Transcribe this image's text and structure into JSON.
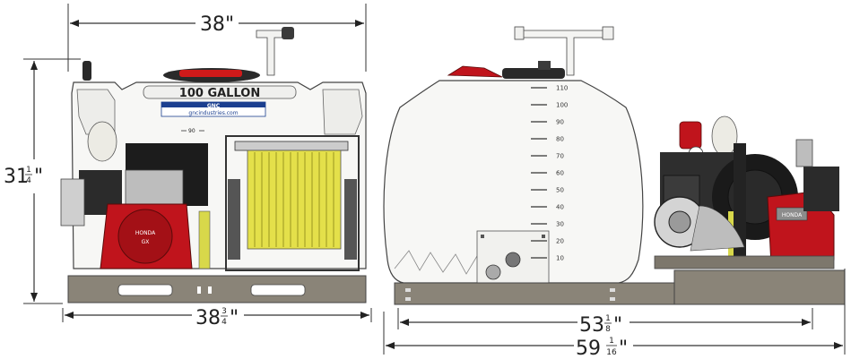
{
  "front_view": {
    "width_top": {
      "whole": "38",
      "unit": "\""
    },
    "height": {
      "whole": "31",
      "num": "1",
      "den": "4",
      "unit": "\""
    },
    "width_bottom": {
      "whole": "38",
      "num": "3",
      "den": "4",
      "unit": "\""
    },
    "tank_label": "100 GALLON",
    "sticker_brand": "GNC",
    "sticker_url": "gncindustries.com",
    "gauge_mark": "90",
    "engine_brand": "HONDA",
    "engine_model": "GX"
  },
  "side_view": {
    "frame_length": {
      "whole": "53",
      "num": "1",
      "den": "8",
      "unit": "\""
    },
    "overall_length": {
      "whole": "59",
      "num": "1",
      "den": "16",
      "unit": "\""
    },
    "gauge_marks": [
      "110",
      "100",
      "90",
      "80",
      "70",
      "60",
      "50",
      "40",
      "30",
      "20",
      "10"
    ],
    "engine_brand": "HONDA"
  },
  "colors": {
    "engine_red": "#c0141c",
    "hose_yellow": "#e4e04a",
    "frame_gray": "#8a8478",
    "tank_white": "#f7f7f5",
    "outline": "#222222"
  }
}
